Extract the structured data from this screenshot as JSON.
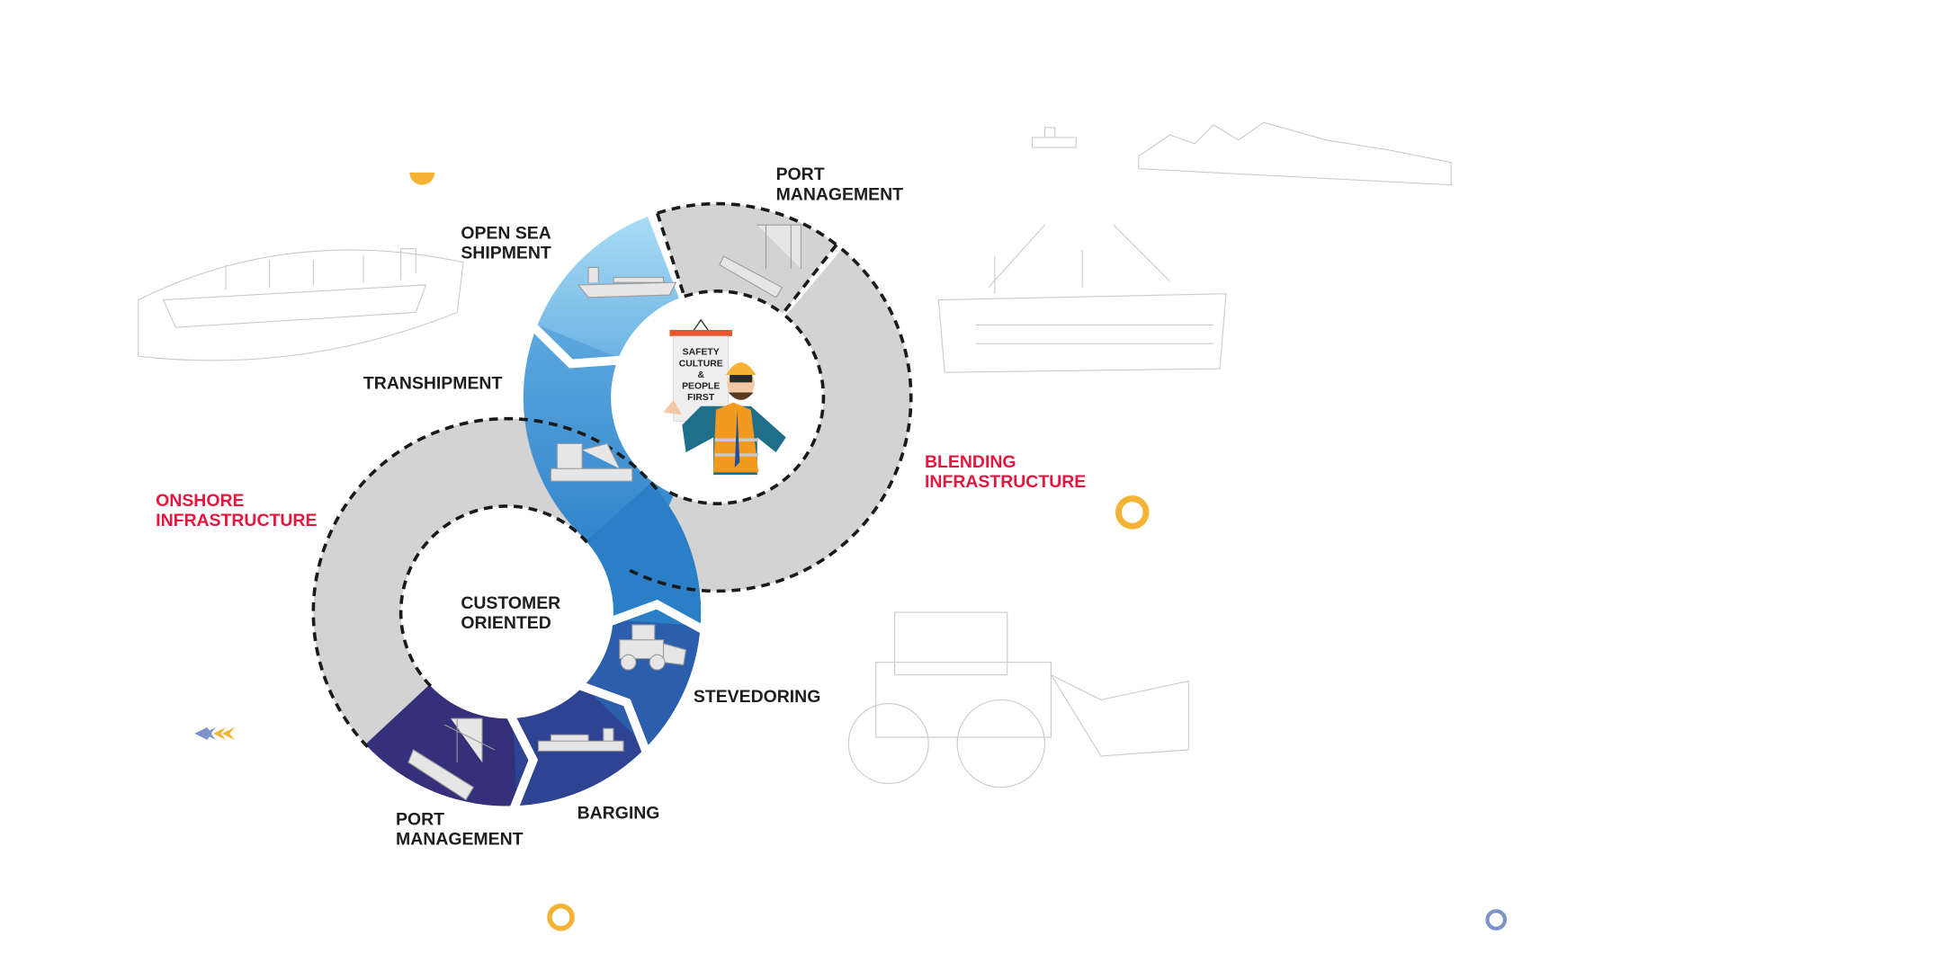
{
  "diagram": {
    "center_upper": [
      "SAFETY",
      "CULTURE",
      "&",
      "PEOPLE",
      "FIRST"
    ],
    "center_lower": [
      "CUSTOMER",
      "ORIENTED"
    ],
    "labels": {
      "port_management_top": [
        "PORT",
        "MANAGEMENT"
      ],
      "open_sea_shipment": [
        "OPEN SEA",
        "SHIPMENT"
      ],
      "transhipment": "TRANSHIPMENT",
      "onshore_infrastructure": [
        "ONSHORE",
        "INFRASTRUCTURE"
      ],
      "blending_infrastructure": [
        "BLENDING",
        "INFRASTRUCTURE"
      ],
      "stevedoring": "STEVEDORING",
      "barging": "BARGING",
      "port_management_bottom": [
        "PORT",
        "MANAGEMENT"
      ]
    },
    "colors": {
      "accent_red": "#e5173f",
      "accent_yellow": "#f5b335",
      "accent_blue": "#7b93c9",
      "ring_grey": "#d3d3d3"
    }
  }
}
